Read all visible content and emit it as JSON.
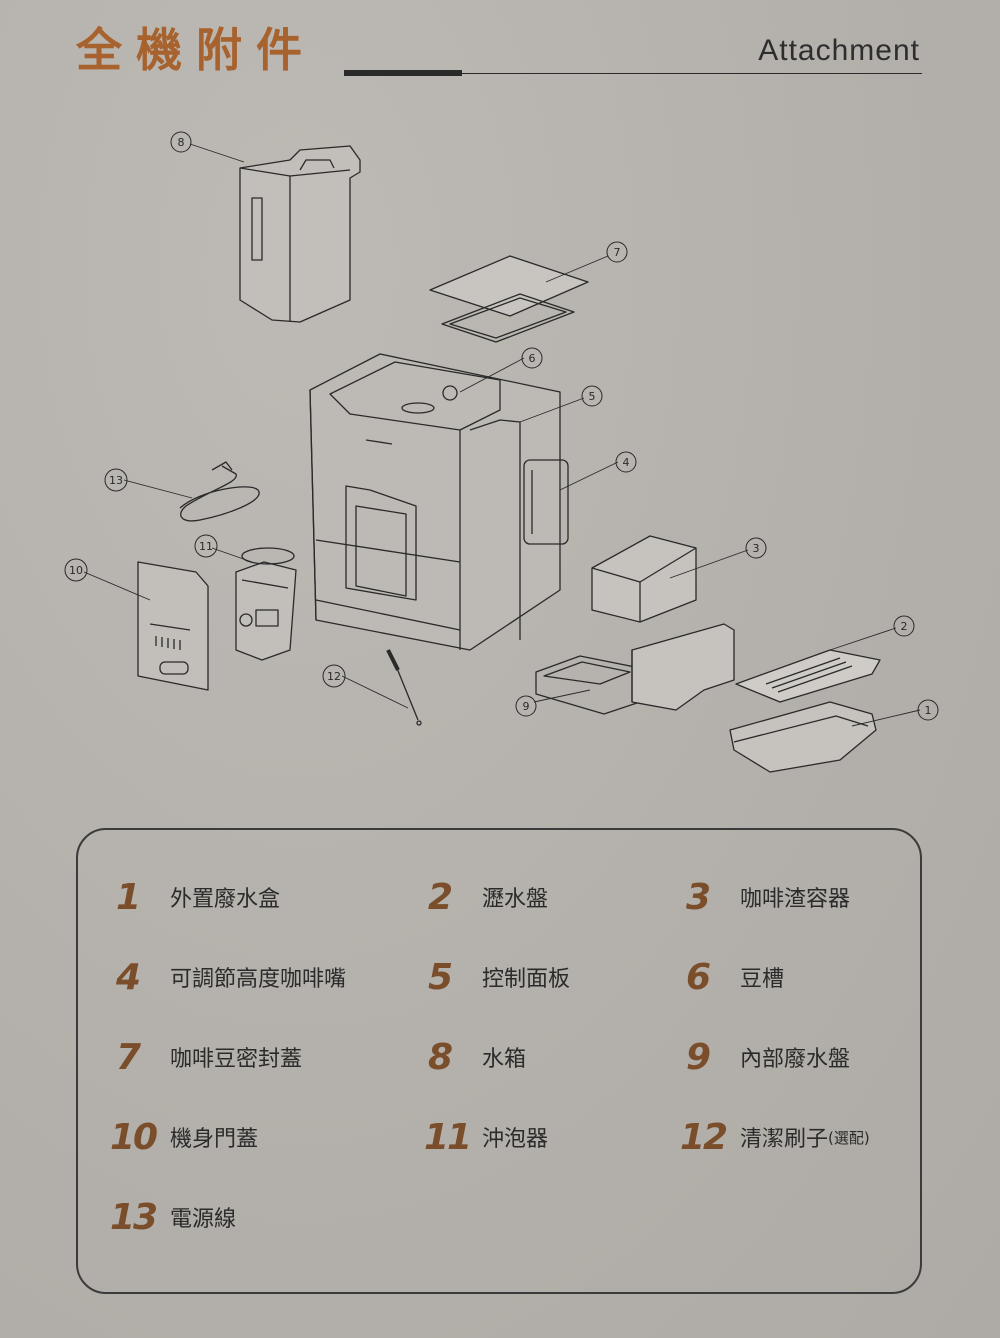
{
  "header": {
    "title": "全機附件",
    "subtitle": "Attachment"
  },
  "diagram": {
    "callouts": [
      "1",
      "2",
      "3",
      "4",
      "5",
      "6",
      "7",
      "8",
      "9",
      "10",
      "11",
      "12",
      "13"
    ]
  },
  "legend": {
    "items": [
      {
        "num": "1",
        "label": "外置廢水盒"
      },
      {
        "num": "2",
        "label": "瀝水盤"
      },
      {
        "num": "3",
        "label": "咖啡渣容器"
      },
      {
        "num": "4",
        "label": "可調節高度咖啡嘴"
      },
      {
        "num": "5",
        "label": "控制面板"
      },
      {
        "num": "6",
        "label": "豆槽"
      },
      {
        "num": "7",
        "label": "咖啡豆密封蓋"
      },
      {
        "num": "8",
        "label": "水箱"
      },
      {
        "num": "9",
        "label": "內部廢水盤"
      },
      {
        "num": "10",
        "label": "機身門蓋"
      },
      {
        "num": "11",
        "label": "沖泡器"
      },
      {
        "num": "12",
        "label": "清潔刷子",
        "note": "(選配)"
      },
      {
        "num": "13",
        "label": "電源線"
      }
    ]
  },
  "colors": {
    "accent": "#a7622d",
    "number": "#7a4e2a",
    "line": "#2a2a2a"
  }
}
